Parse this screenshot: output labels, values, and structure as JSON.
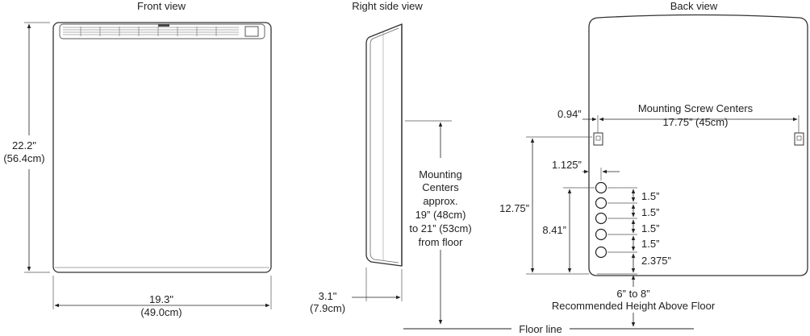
{
  "titles": {
    "front": "Front view",
    "side": "Right side view",
    "back": "Back view"
  },
  "front": {
    "height_in": "22.2\"",
    "height_cm": "(56.4cm)",
    "width_in": "19.3\"",
    "width_cm": "(49.0cm)"
  },
  "side": {
    "mounting_text": [
      "Mounting",
      "Centers",
      "approx.",
      "19” (48cm)",
      "to 21” (53cm)",
      "from floor"
    ],
    "depth_in": "3.1\"",
    "depth_cm": "(7.9cm)"
  },
  "back": {
    "edge_offset": "0.94”",
    "screw_title": "Mounting Screw Centers",
    "screw_dist": "17.75” (45cm)",
    "hole_offset": "1.125”",
    "height_a": "12.75”",
    "height_b": "8.41”",
    "spacing": [
      "1.5”",
      "1.5”",
      "1.5”",
      "1.5”",
      "2.375”"
    ],
    "floor_range": "6” to 8”",
    "floor_caption": "Recommended Height Above Floor"
  },
  "floor_line": "Floor line"
}
